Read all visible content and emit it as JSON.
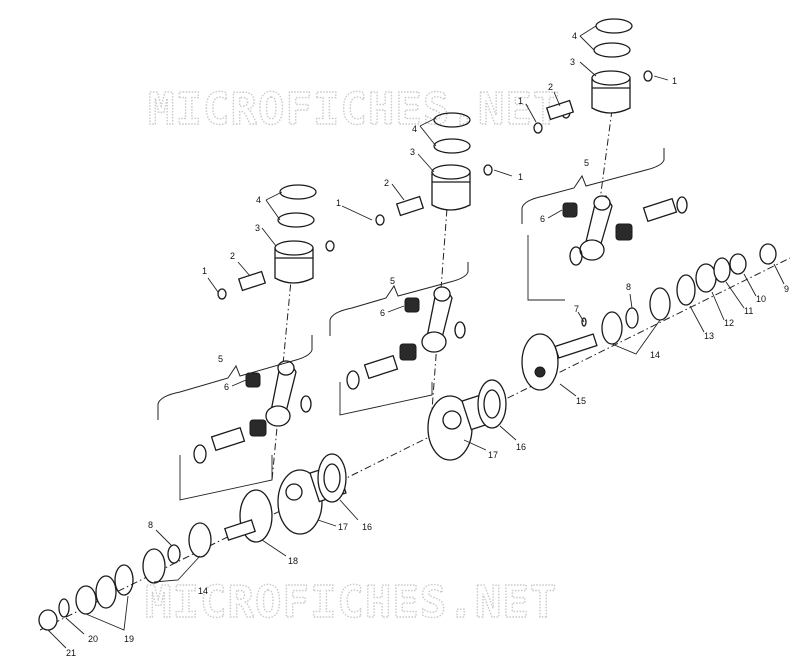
{
  "watermark": {
    "top": "MICROFICHES.NET",
    "bottom": "MICROFICHES.NET"
  },
  "callouts": {
    "c1a": "1",
    "c1b": "1",
    "c1c": "1",
    "c1d": "1",
    "c2a": "2",
    "c2b": "2",
    "c2c": "2",
    "c3a": "3",
    "c3b": "3",
    "c3c": "3",
    "c4a": "4",
    "c4b": "4",
    "c4c": "4",
    "c5a": "5",
    "c5b": "5",
    "c5c": "5",
    "c6a": "6",
    "c6b": "6",
    "c6c": "6",
    "c7": "7",
    "c8a": "8",
    "c8b": "8",
    "c9": "9",
    "c10": "10",
    "c11": "11",
    "c12": "12",
    "c13": "13",
    "c14a": "14",
    "c14b": "14",
    "c15": "15",
    "c16a": "16",
    "c16b": "16",
    "c17a": "17",
    "c17b": "17",
    "c18": "18",
    "c19": "19",
    "c20": "20",
    "c21": "21"
  }
}
